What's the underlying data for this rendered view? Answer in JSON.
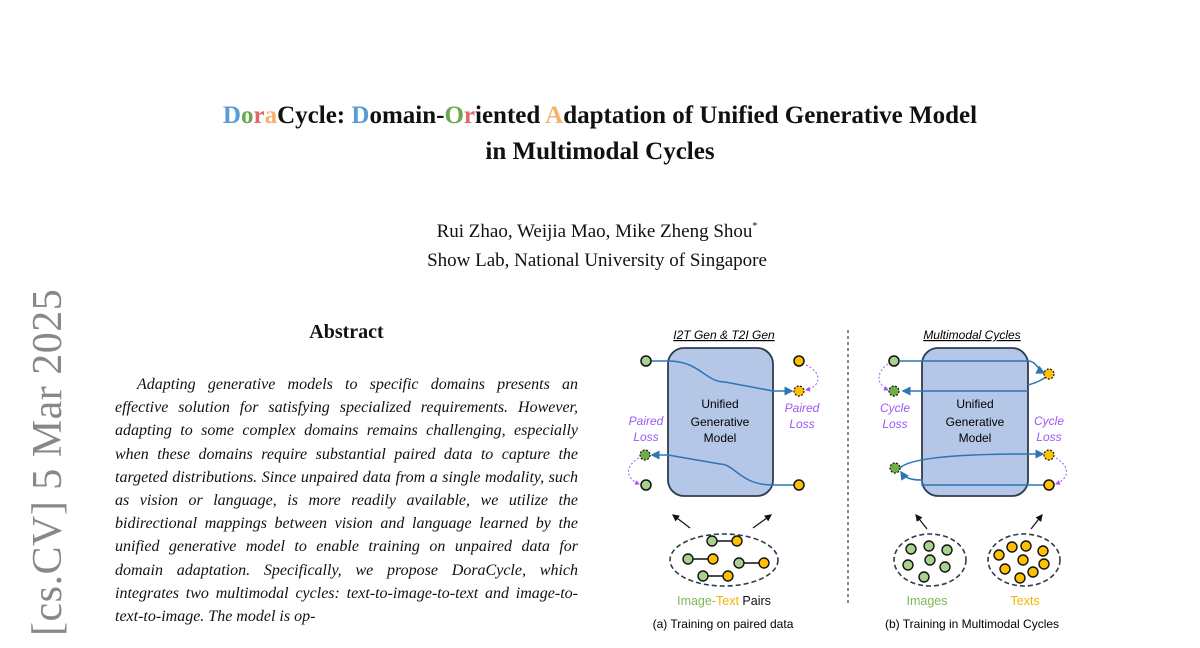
{
  "paper": {
    "title_parts": {
      "d1": "D",
      "o1": "o",
      "r1": "r",
      "a1": "a",
      "cycle": "Cycle: ",
      "d2": "D",
      "omain": "omain-",
      "o2": "O",
      "r2": "r",
      "iented": "iented ",
      "a2": "A",
      "rest": "daptation of Unified Generative Model"
    },
    "title_line2": "in Multimodal Cycles",
    "authors": "Rui Zhao, Weijia Mao, Mike Zheng Shou",
    "author_mark": "*",
    "affiliation": "Show Lab, National University of Singapore",
    "arxiv_stamp": "[cs.CV]  5 Mar 2025",
    "abstract_heading": "Abstract",
    "abstract_text": "Adapting generative models to specific domains presents an effective solution for satisfying specialized requirements. However, adapting to some complex domains remains challenging, especially when these domains require substantial paired data to capture the targeted distributions. Since unpaired data from a single modality, such as vision or language, is more readily available, we utilize the bidirectional mappings between vision and language learned by the unified generative model to enable training on unpaired data for domain adaptation. Specifically, we propose DoraCycle, which integrates two multimodal cycles: text-to-image-to-text and image-to-text-to-image. The model is op-"
  },
  "figure": {
    "left": {
      "header": "I2T Gen & T2I Gen",
      "model_line1": "Unified",
      "model_line2": "Generative",
      "model_line3": "Model",
      "loss_a1": "Paired",
      "loss_a2": "Loss",
      "loss_b1": "Paired",
      "loss_b2": "Loss",
      "label_image": "Image-",
      "label_text": "Text",
      "label_pairs": " Pairs",
      "caption": "(a) Training on paired data"
    },
    "right": {
      "header": "Multimodal Cycles",
      "model_line1": "Unified",
      "model_line2": "Generative",
      "model_line3": "Model",
      "loss_a1": "Cycle",
      "loss_a2": "Loss",
      "loss_b1": "Cycle",
      "loss_b2": "Loss",
      "label_images": "Images",
      "label_texts": "Texts",
      "caption": "(b) Training in Multimodal Cycles"
    },
    "colors": {
      "image": "#a9d18e",
      "text": "#ffc000",
      "model": "#b4c7e7",
      "loss": "#9b59f5",
      "arrow": "#2e75b6"
    }
  }
}
